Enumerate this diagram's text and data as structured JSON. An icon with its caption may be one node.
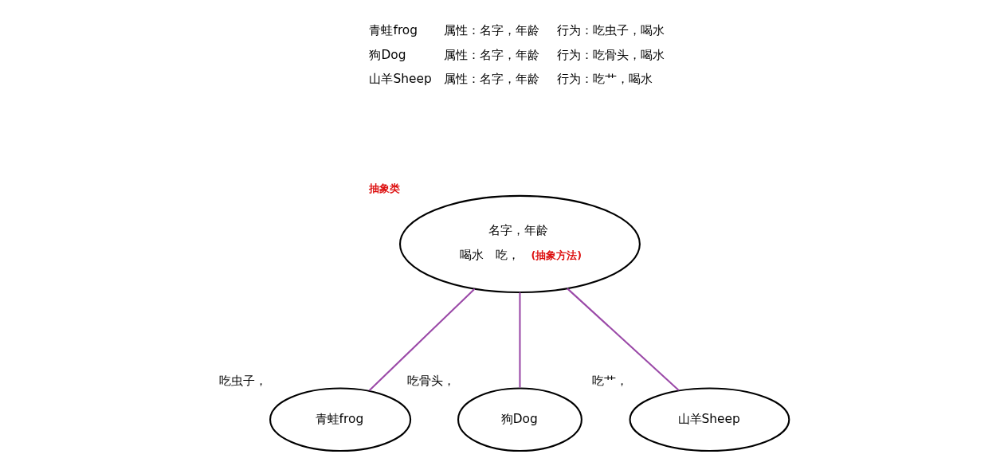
{
  "diagram": {
    "nodes": [
      {
        "text": [
          "名字，年龄",
          "喝水",
          "吃，",
          "(抽象方法)"
        ],
        "beside": [
          "抽象类"
        ]
      },
      {
        "text": [
          "青蛙frog"
        ],
        "beside": [
          "吃虫子，"
        ]
      },
      {
        "text": [
          "狗Dog"
        ],
        "beside": [
          "吃骨头，"
        ]
      },
      {
        "text": [
          "山羊Sheep"
        ],
        "beside": [
          "吃艹，"
        ]
      }
    ],
    "edges": [
      {
        "from": 0,
        "to": 1,
        "arrow": "none"
      },
      {
        "from": 0,
        "to": 2,
        "arrow": "none"
      },
      {
        "from": 0,
        "to": 3,
        "arrow": "none"
      }
    ],
    "labels": [
      "青蛙frog",
      "属性：名字，年龄",
      "行为：吃虫子，喝水",
      "狗Dog",
      "属性：名字，年龄",
      "行为：吃骨头，喝水",
      "山羊Sheep",
      "属性：名字，年龄",
      "行为：吃艹，喝水"
    ]
  }
}
